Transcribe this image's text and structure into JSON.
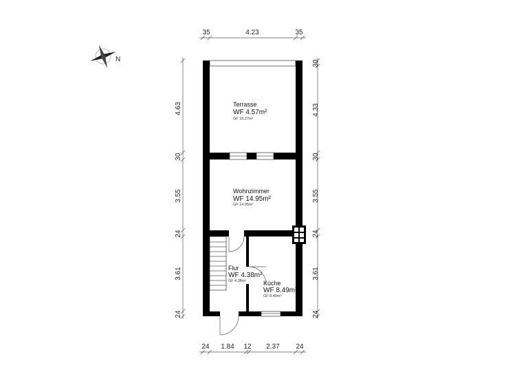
{
  "compass": {
    "label": "N"
  },
  "dimensions": {
    "top": [
      "35",
      "4.23",
      "35"
    ],
    "bottom": [
      "24",
      "1.84",
      "12",
      "2.37",
      "24"
    ],
    "left": [
      "4.63",
      "30",
      "3.55",
      "24",
      "3.61",
      "24"
    ],
    "right": [
      "30",
      "4.33",
      "30",
      "3.55",
      "24",
      "3.61",
      "24"
    ]
  },
  "rooms": [
    {
      "name": "Terrasse",
      "wf": "WF 4.57m²",
      "gf": "GF 18.27m²"
    },
    {
      "name": "Wohnzimmer",
      "wf": "WF 14.95m²",
      "gf": "GF 14.95m²"
    },
    {
      "name": "Flur",
      "wf": "WF 4.38m²",
      "gf": "GF 4.38m²"
    },
    {
      "name": "Küche",
      "wf": "WF 8.49m²",
      "gf": "GF 8.49m²"
    }
  ]
}
